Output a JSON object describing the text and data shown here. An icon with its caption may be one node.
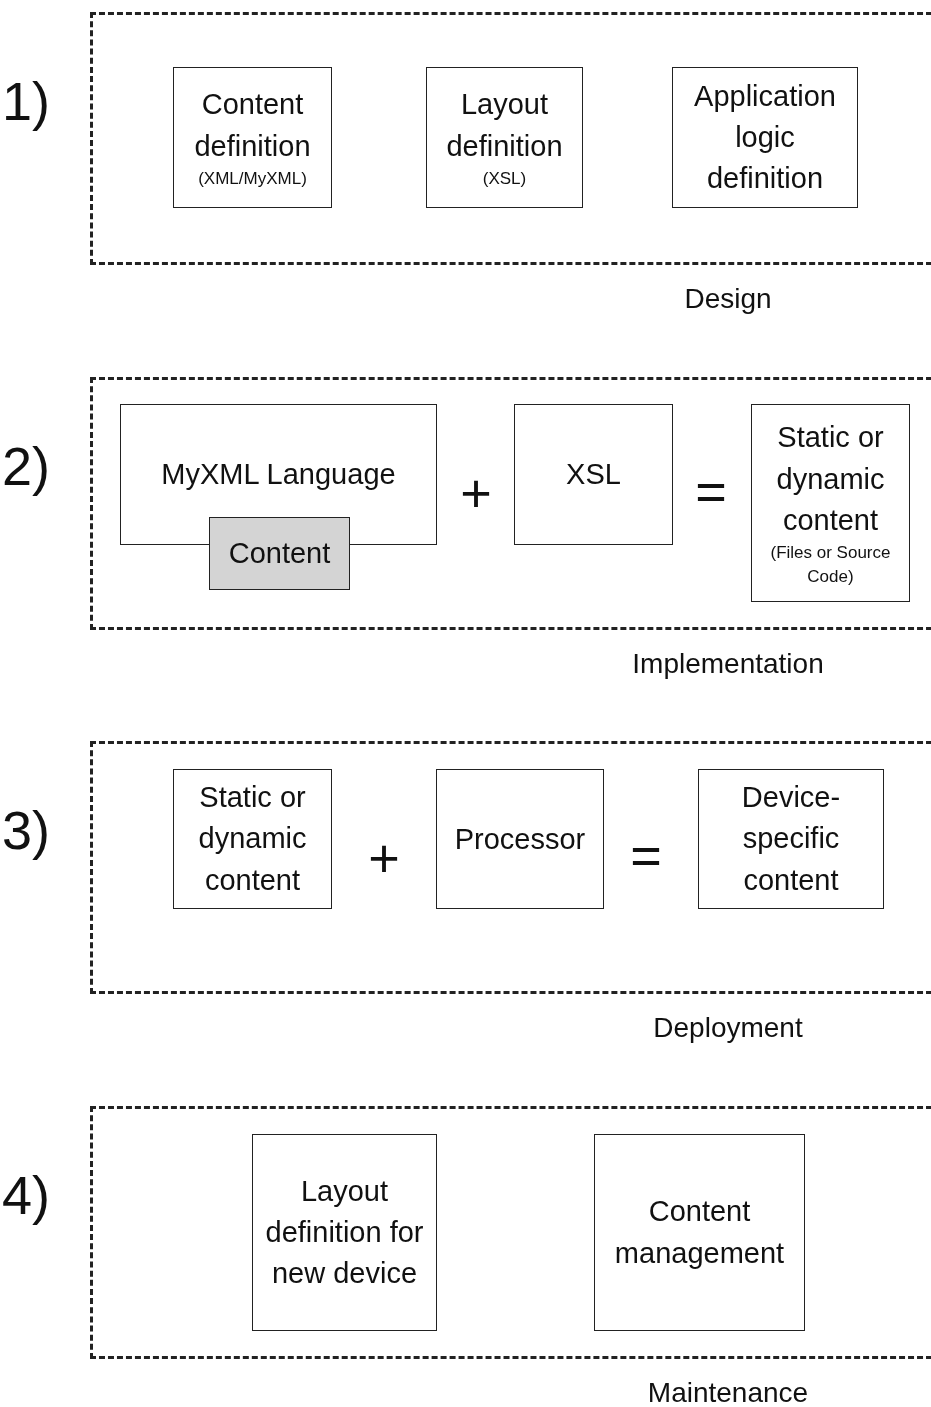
{
  "diagram": {
    "nodes": [
      {
        "text": [
          "Design"
        ],
        "beside": [
          "1)"
        ]
      },
      {
        "text": [
          "Content definition",
          "(XML/MyXML)"
        ],
        "in": 0
      },
      {
        "text": [
          "Layout definition",
          "(XSL)"
        ],
        "in": 0
      },
      {
        "text": [
          "Application logic definition"
        ],
        "in": 0
      },
      {
        "text": [
          "Implementation"
        ],
        "beside": [
          "2)"
        ]
      },
      {
        "text": [
          "MyXML Language"
        ],
        "in": 4
      },
      {
        "text": [
          "Content"
        ],
        "in": 4
      },
      {
        "text": [
          "XSL"
        ],
        "in": 4
      },
      {
        "text": [
          "Static or dynamic content",
          "(Files or Source Code)"
        ],
        "in": 4
      },
      {
        "text": [
          "Deployment"
        ],
        "beside": [
          "3)"
        ]
      },
      {
        "text": [
          "Static or dynamic content"
        ],
        "in": 9
      },
      {
        "text": [
          "Processor"
        ],
        "in": 9
      },
      {
        "text": [
          "Device-specific content"
        ],
        "in": 9
      },
      {
        "text": [
          "Maintenance"
        ],
        "beside": [
          "4)"
        ]
      },
      {
        "text": [
          "Layout definition for new device"
        ],
        "in": 13
      },
      {
        "text": [
          "Content management"
        ],
        "in": 13
      }
    ],
    "edges": [],
    "labels": [
      "+",
      "=",
      "+",
      "="
    ]
  }
}
